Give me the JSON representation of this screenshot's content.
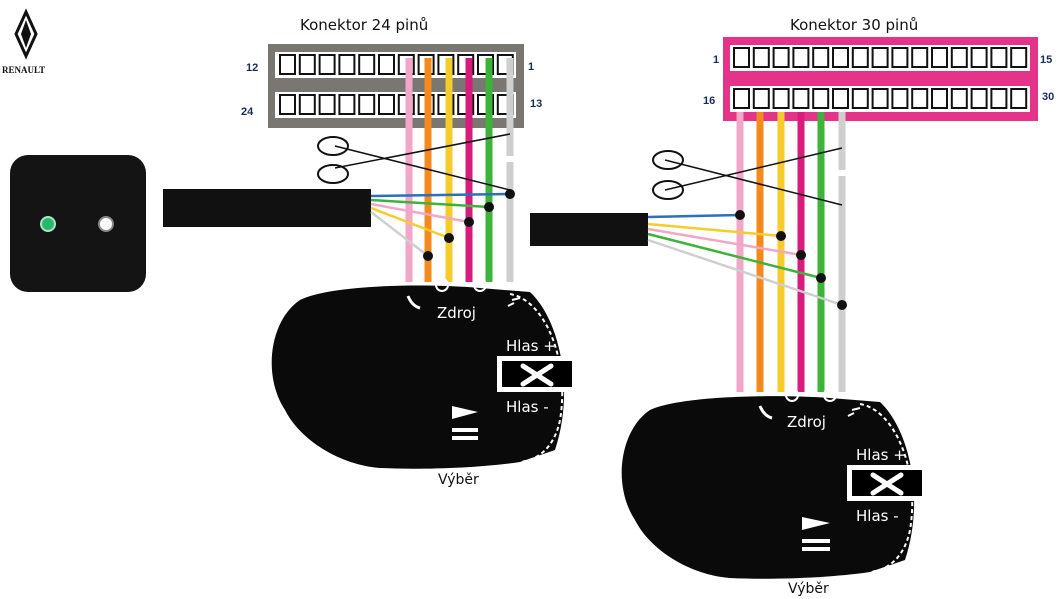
{
  "brand": "RENAULT",
  "connector24": {
    "title": "Konektor 24 pinů",
    "pin_top_left": "12",
    "pin_top_right": "1",
    "pin_bottom_left": "24",
    "pin_bottom_right": "13",
    "frame_color": "#7a7672"
  },
  "connector30": {
    "title": "Konektor 30 pinů",
    "pin_top_left": "1",
    "pin_top_right": "15",
    "pin_bottom_left": "16",
    "pin_bottom_right": "30",
    "frame_color": "#e6338a"
  },
  "stalk_labels": {
    "power": "Zdroj",
    "volume_up": "Hlas +",
    "volume_down": "Hlas -",
    "select": "Výběr"
  },
  "wire_colors": {
    "pink": "#f2a6c8",
    "orange": "#f28a1e",
    "yellow": "#f6cc2a",
    "magenta": "#d81b7d",
    "green": "#3db33a",
    "gray": "#cfcfcf",
    "blue": "#2c6fbf",
    "black": "#111111"
  },
  "icons": {
    "logo": "renault-logo-icon",
    "scissors": "scissors-icon",
    "phone": "phone-icon",
    "mute": "mute-icon",
    "arrow": "arrow-icon"
  }
}
